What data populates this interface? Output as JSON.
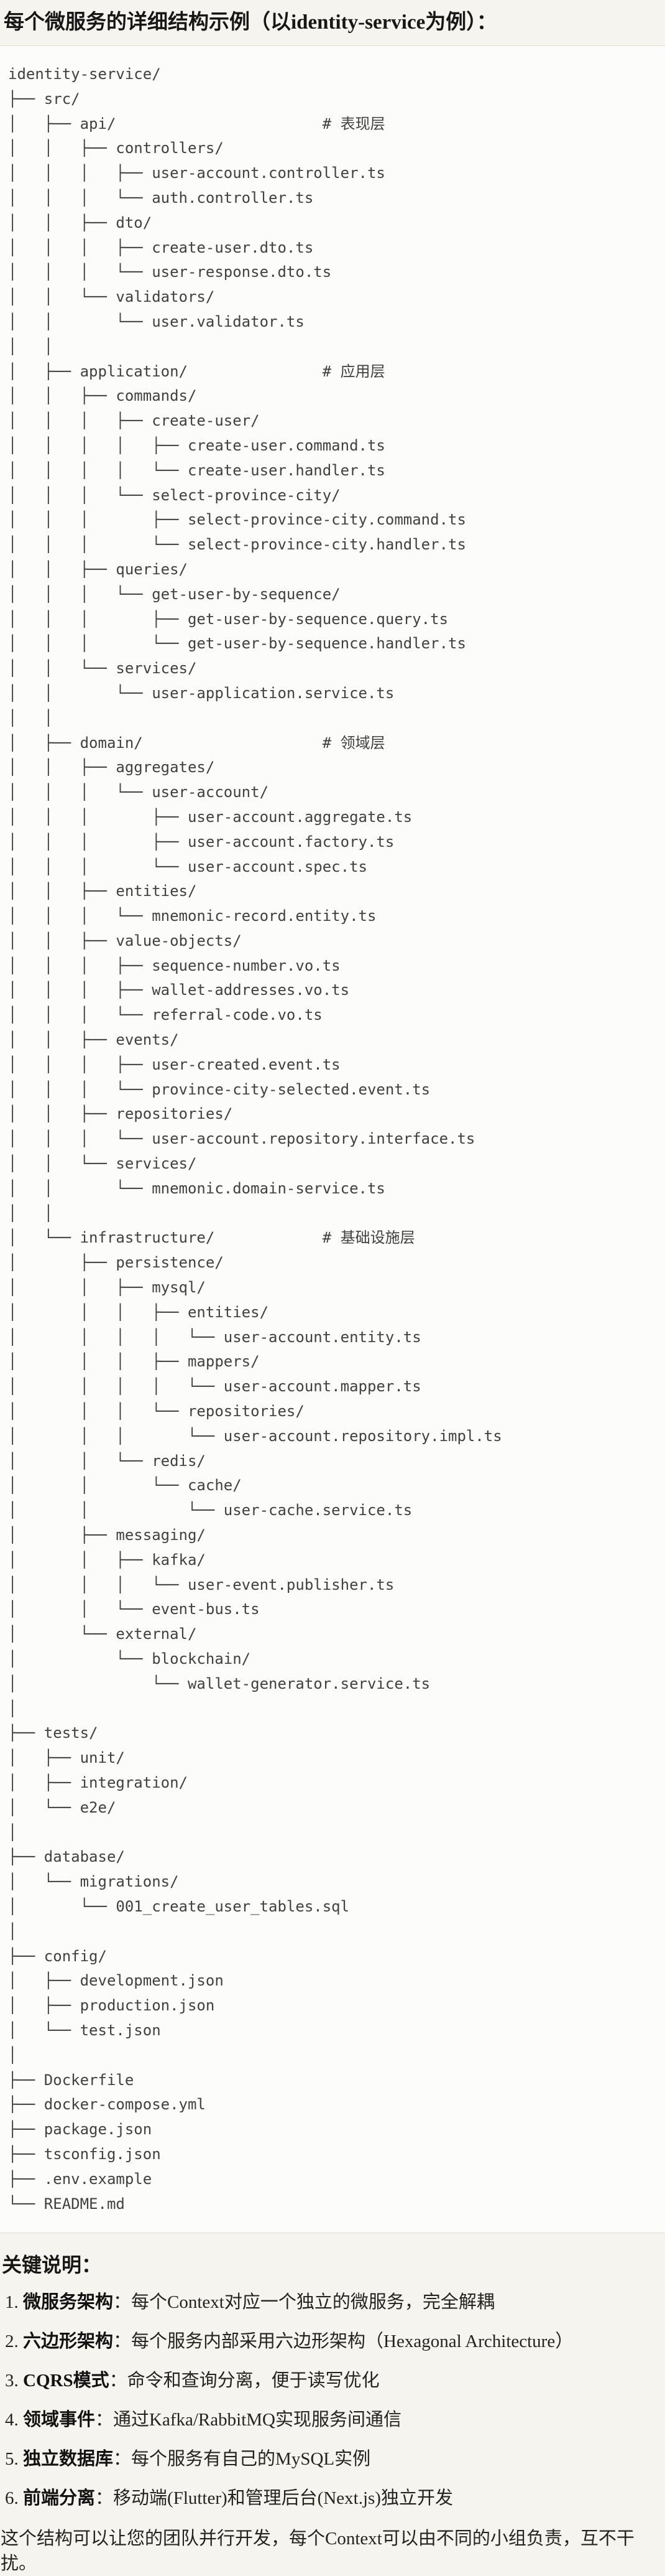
{
  "page": {
    "title": "每个微服务的详细结构示例（以identity-service为例）："
  },
  "code_block": {
    "tree_lines": [
      "identity-service/",
      "├── src/",
      "│   ├── api/                       # 表现层",
      "│   │   ├── controllers/",
      "│   │   │   ├── user-account.controller.ts",
      "│   │   │   └── auth.controller.ts",
      "│   │   ├── dto/",
      "│   │   │   ├── create-user.dto.ts",
      "│   │   │   └── user-response.dto.ts",
      "│   │   └── validators/",
      "│   │       └── user.validator.ts",
      "│   │",
      "│   ├── application/               # 应用层",
      "│   │   ├── commands/",
      "│   │   │   ├── create-user/",
      "│   │   │   │   ├── create-user.command.ts",
      "│   │   │   │   └── create-user.handler.ts",
      "│   │   │   └── select-province-city/",
      "│   │   │       ├── select-province-city.command.ts",
      "│   │   │       └── select-province-city.handler.ts",
      "│   │   ├── queries/",
      "│   │   │   └── get-user-by-sequence/",
      "│   │   │       ├── get-user-by-sequence.query.ts",
      "│   │   │       └── get-user-by-sequence.handler.ts",
      "│   │   └── services/",
      "│   │       └── user-application.service.ts",
      "│   │",
      "│   ├── domain/                    # 领域层",
      "│   │   ├── aggregates/",
      "│   │   │   └── user-account/",
      "│   │   │       ├── user-account.aggregate.ts",
      "│   │   │       ├── user-account.factory.ts",
      "│   │   │       └── user-account.spec.ts",
      "│   │   ├── entities/",
      "│   │   │   └── mnemonic-record.entity.ts",
      "│   │   ├── value-objects/",
      "│   │   │   ├── sequence-number.vo.ts",
      "│   │   │   ├── wallet-addresses.vo.ts",
      "│   │   │   └── referral-code.vo.ts",
      "│   │   ├── events/",
      "│   │   │   ├── user-created.event.ts",
      "│   │   │   └── province-city-selected.event.ts",
      "│   │   ├── repositories/",
      "│   │   │   └── user-account.repository.interface.ts",
      "│   │   └── services/",
      "│   │       └── mnemonic.domain-service.ts",
      "│   │",
      "│   └── infrastructure/            # 基础设施层",
      "│       ├── persistence/",
      "│       │   ├── mysql/",
      "│       │   │   ├── entities/",
      "│       │   │   │   └── user-account.entity.ts",
      "│       │   │   ├── mappers/",
      "│       │   │   │   └── user-account.mapper.ts",
      "│       │   │   └── repositories/",
      "│       │   │       └── user-account.repository.impl.ts",
      "│       │   └── redis/",
      "│       │       └── cache/",
      "│       │           └── user-cache.service.ts",
      "│       ├── messaging/",
      "│       │   ├── kafka/",
      "│       │   │   └── user-event.publisher.ts",
      "│       │   └── event-bus.ts",
      "│       └── external/",
      "│           └── blockchain/",
      "│               └── wallet-generator.service.ts",
      "│",
      "├── tests/",
      "│   ├── unit/",
      "│   ├── integration/",
      "│   └── e2e/",
      "│",
      "├── database/",
      "│   └── migrations/",
      "│       └── 001_create_user_tables.sql",
      "│",
      "├── config/",
      "│   ├── development.json",
      "│   ├── production.json",
      "│   └── test.json",
      "│",
      "├── Dockerfile",
      "├── docker-compose.yml",
      "├── package.json",
      "├── tsconfig.json",
      "├── .env.example",
      "└── README.md"
    ]
  },
  "notes": {
    "heading": "关键说明：",
    "items": [
      {
        "num": "1. ",
        "term": "微服务架构",
        "colon": "：",
        "desc": "每个Context对应一个独立的微服务，完全解耦"
      },
      {
        "num": "2. ",
        "term": "六边形架构",
        "colon": "：",
        "desc": "每个服务内部采用六边形架构（Hexagonal Architecture）"
      },
      {
        "num": "3. ",
        "term": "CQRS模式",
        "colon": "：",
        "desc": "命令和查询分离，便于读写优化"
      },
      {
        "num": "4. ",
        "term": "领域事件",
        "colon": "：",
        "desc": "通过Kafka/RabbitMQ实现服务间通信"
      },
      {
        "num": "5. ",
        "term": "独立数据库",
        "colon": "：",
        "desc": "每个服务有自己的MySQL实例"
      },
      {
        "num": "6. ",
        "term": "前端分离",
        "colon": "：",
        "desc": "移动端(Flutter)和管理后台(Next.js)独立开发"
      }
    ],
    "closing": "这个结构可以让您的团队并行开发，每个Context可以由不同的小组负责，互不干扰。"
  }
}
